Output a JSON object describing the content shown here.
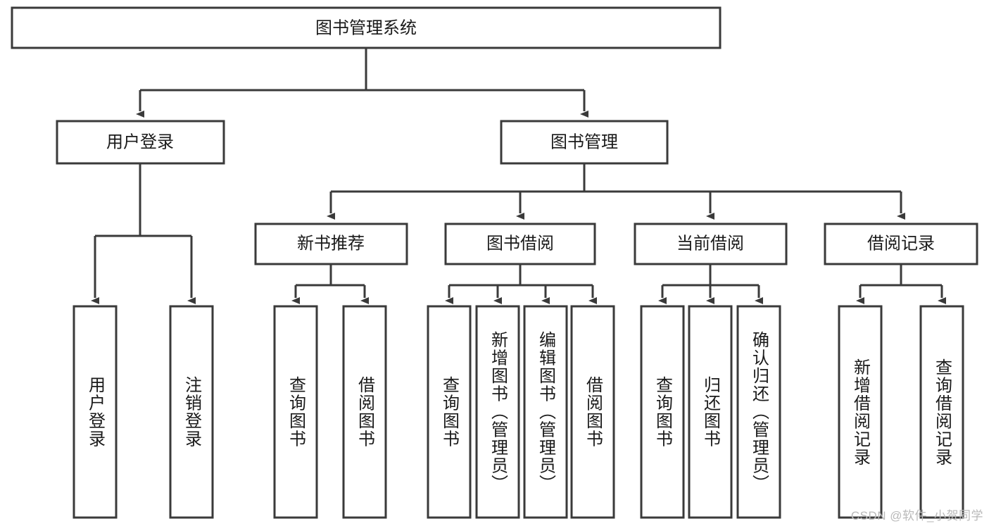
{
  "diagram": {
    "title": "图书管理系统",
    "type": "tree",
    "orientation": "top-down",
    "colors": {
      "box_stroke": "#3a3a3a",
      "box_fill": "#ffffff",
      "connector": "#3a3a3a",
      "text": "#1a1a1a",
      "background": "#ffffff",
      "watermark": "#b9b9b9"
    }
  },
  "root": {
    "label": "图书管理系统"
  },
  "level2": [
    {
      "id": "user-login",
      "label": "用户登录"
    },
    {
      "id": "book-management",
      "label": "图书管理"
    }
  ],
  "level3": [
    {
      "id": "new-book-recommend",
      "label": "新书推荐"
    },
    {
      "id": "book-borrow",
      "label": "图书借阅"
    },
    {
      "id": "current-borrow",
      "label": "当前借阅"
    },
    {
      "id": "borrow-record",
      "label": "借阅记录"
    }
  ],
  "leaves": {
    "user_login": [
      {
        "id": "leaf-user-login",
        "label": "用户登录"
      },
      {
        "id": "leaf-logout-login",
        "label": "注销登录"
      }
    ],
    "new_book_recommend": [
      {
        "id": "leaf-query-book-1",
        "label": "查询图书"
      },
      {
        "id": "leaf-borrow-book-1",
        "label": "借阅图书"
      }
    ],
    "book_borrow": [
      {
        "id": "leaf-query-book-2",
        "label": "查询图书"
      },
      {
        "id": "leaf-add-book",
        "label": "新增图书（管理员）"
      },
      {
        "id": "leaf-edit-book",
        "label": "编辑图书（管理员）"
      },
      {
        "id": "leaf-borrow-book-2",
        "label": "借阅图书"
      }
    ],
    "current_borrow": [
      {
        "id": "leaf-query-book-3",
        "label": "查询图书"
      },
      {
        "id": "leaf-return-book",
        "label": "归还图书"
      },
      {
        "id": "leaf-confirm-return",
        "label": "确认归还（管理员）"
      }
    ],
    "borrow_record": [
      {
        "id": "leaf-add-borrow-record",
        "label": "新增借阅记录"
      },
      {
        "id": "leaf-query-borrow-record",
        "label": "查询借阅记录"
      }
    ]
  },
  "watermark": {
    "text": "CSDN @软件_小贺同学"
  }
}
